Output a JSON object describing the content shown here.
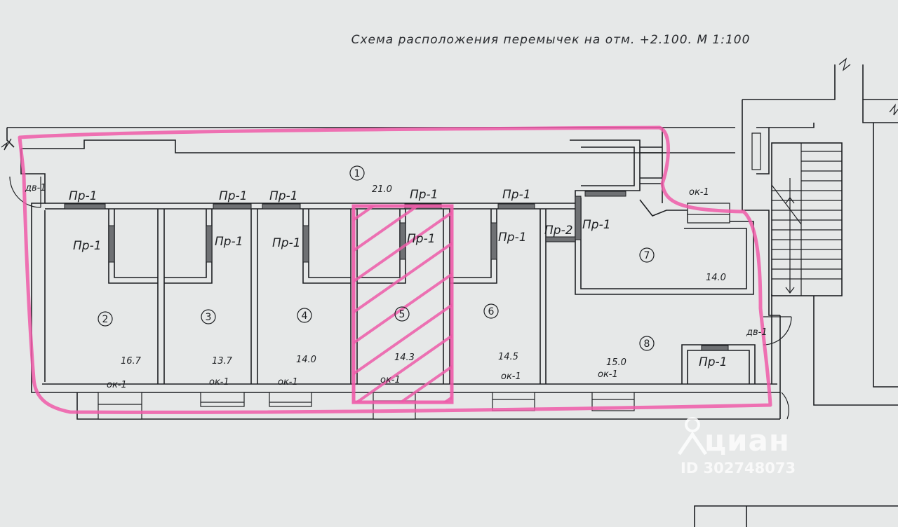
{
  "drawing": {
    "title": "Схема расположения перемычек на отм. +2.100. М 1:100"
  },
  "rooms": [
    {
      "id": "room-1",
      "number": "1",
      "area": "21.0"
    },
    {
      "id": "room-2",
      "number": "2",
      "area": "16.7"
    },
    {
      "id": "room-3",
      "number": "3",
      "area": "13.7"
    },
    {
      "id": "room-4",
      "number": "4",
      "area": "14.0"
    },
    {
      "id": "room-5",
      "number": "5",
      "area": "14.3"
    },
    {
      "id": "room-6",
      "number": "6",
      "area": "14.5"
    },
    {
      "id": "room-7",
      "number": "7",
      "area": "14.0"
    },
    {
      "id": "room-8",
      "number": "8",
      "area": "15.0"
    }
  ],
  "labels": {
    "lintel_1": "Пр-1",
    "lintel_2": "Пр-2",
    "window_1": "ок-1",
    "door_1": "дв-1"
  },
  "watermark": {
    "brand": "циан",
    "listing_id": "ID 302748073"
  },
  "colors": {
    "paper": "#e6e8e8",
    "line": "#1d1f22",
    "highlight": "#ee5aa8",
    "lintel_fill": "#6f7174"
  }
}
